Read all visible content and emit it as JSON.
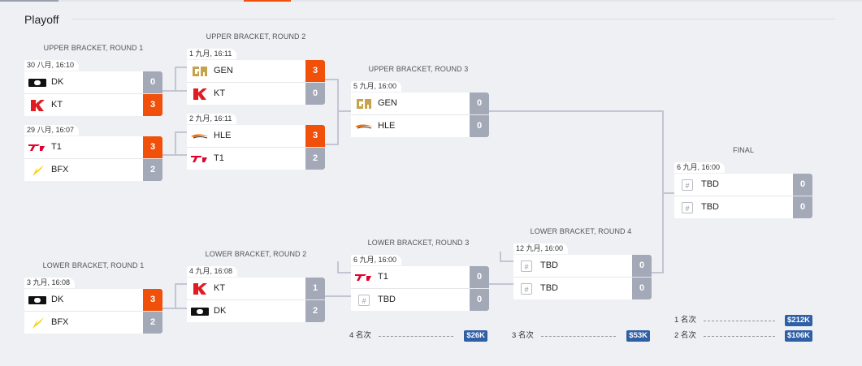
{
  "section": {
    "title": "Playoff"
  },
  "colors": {
    "win": "#f0500a",
    "lose": "#a4a9b8",
    "prize": "#2f5fa5",
    "connector": "#c2c6d4"
  },
  "rounds": {
    "ub1": "UPPER BRACKET, ROUND 1",
    "ub2": "UPPER BRACKET, ROUND 2",
    "ub3": "UPPER BRACKET, ROUND 3",
    "final": "FINAL",
    "lb1": "LOWER BRACKET, ROUND 1",
    "lb2": "LOWER BRACKET, ROUND 2",
    "lb3": "LOWER BRACKET, ROUND 3",
    "lb4": "LOWER BRACKET, ROUND 4"
  },
  "matches": {
    "ub1a": {
      "date": "30 八月, 16:10",
      "t1": {
        "name": "DK",
        "score": "0",
        "logo": "dk-logo-icon"
      },
      "t2": {
        "name": "KT",
        "score": "3",
        "logo": "kt-logo-icon"
      }
    },
    "ub1b": {
      "date": "29 八月, 16:07",
      "t1": {
        "name": "T1",
        "score": "3",
        "logo": "t1-logo-icon"
      },
      "t2": {
        "name": "BFX",
        "score": "2",
        "logo": "bfx-logo-icon"
      }
    },
    "ub2a": {
      "date": "1 九月, 16:11",
      "t1": {
        "name": "GEN",
        "score": "3",
        "logo": "gen-logo-icon"
      },
      "t2": {
        "name": "KT",
        "score": "0",
        "logo": "kt-logo-icon"
      }
    },
    "ub2b": {
      "date": "2 九月, 16:11",
      "t1": {
        "name": "HLE",
        "score": "3",
        "logo": "hle-logo-icon"
      },
      "t2": {
        "name": "T1",
        "score": "2",
        "logo": "t1-logo-icon"
      }
    },
    "ub3": {
      "date": "5 九月, 16:00",
      "t1": {
        "name": "GEN",
        "score": "0",
        "logo": "gen-logo-icon"
      },
      "t2": {
        "name": "HLE",
        "score": "0",
        "logo": "hle-logo-icon"
      }
    },
    "final": {
      "date": "6 九月, 16:00",
      "t1": {
        "name": "TBD",
        "score": "0",
        "logo": "tbd-icon"
      },
      "t2": {
        "name": "TBD",
        "score": "0",
        "logo": "tbd-icon"
      }
    },
    "lb1": {
      "date": "3 九月, 16:08",
      "t1": {
        "name": "DK",
        "score": "3",
        "logo": "dk-logo-icon"
      },
      "t2": {
        "name": "BFX",
        "score": "2",
        "logo": "bfx-logo-icon"
      }
    },
    "lb2": {
      "date": "4 九月, 16:08",
      "t1": {
        "name": "KT",
        "score": "1",
        "logo": "kt-logo-icon"
      },
      "t2": {
        "name": "DK",
        "score": "2",
        "logo": "dk-logo-icon"
      }
    },
    "lb3": {
      "date": "6 九月, 16:00",
      "t1": {
        "name": "T1",
        "score": "0",
        "logo": "t1-logo-icon"
      },
      "t2": {
        "name": "TBD",
        "score": "0",
        "logo": "tbd-icon"
      }
    },
    "lb4": {
      "date": "12 九月, 16:00",
      "t1": {
        "name": "TBD",
        "score": "0",
        "logo": "tbd-icon"
      },
      "t2": {
        "name": "TBD",
        "score": "0",
        "logo": "tbd-icon"
      }
    }
  },
  "prizes": {
    "p4": {
      "place": "4 名次",
      "amount": "$26K"
    },
    "p3": {
      "place": "3 名次",
      "amount": "$53K"
    },
    "p1": {
      "place": "1 名次",
      "amount": "$212K"
    },
    "p2": {
      "place": "2 名次",
      "amount": "$106K"
    }
  }
}
